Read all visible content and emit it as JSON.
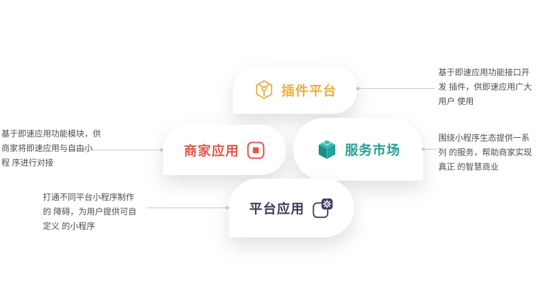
{
  "colors": {
    "plugin_accent": "#EEAE3F",
    "merchant_accent": "#E25749",
    "service_accent": "#23A196",
    "platform_accent": "#3F3A5B",
    "description_text": "#4D4D4D",
    "connector": "#C9C9C9",
    "card_background": "#FFFFFF",
    "page_background": "#FFFFFF"
  },
  "cards": [
    {
      "id": "plugin-platform",
      "title": "插件平台",
      "icon": "plugin-hexagon-icon",
      "description": [
        "基于即速应用功能接口开",
        "发 插件，供即速应用广大",
        "用户 使用"
      ]
    },
    {
      "id": "merchant-apps",
      "title": "商家应用",
      "icon": "merchant-square-icon",
      "description": [
        "基于即速应用功能模块，供",
        "商家将即速应用与自由小",
        "程 序进行对接"
      ]
    },
    {
      "id": "service-market",
      "title": "服务市场",
      "icon": "service-cube-icon",
      "description": [
        "围绕小程序生态提供一系",
        "列 的服务，帮助商家实现",
        "真正 的智慧商业"
      ]
    },
    {
      "id": "platform-apps",
      "title": "平台应用",
      "icon": "platform-gear-icon",
      "description": [
        "打通不同平台小程序制作",
        "的 障碍，为用户提供可自",
        "定义 的小程序"
      ]
    }
  ]
}
